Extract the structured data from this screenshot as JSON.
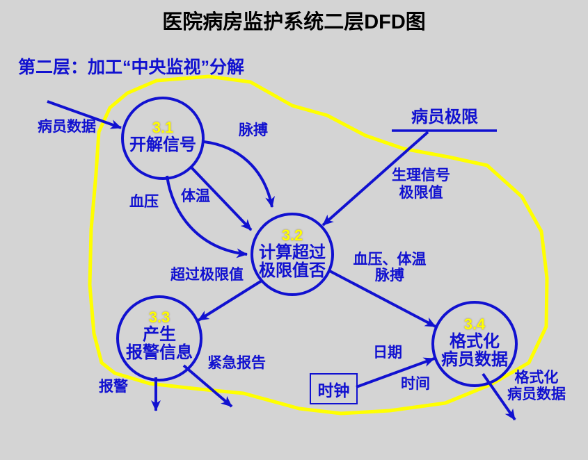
{
  "title": "医院病房监护系统二层DFD图",
  "subtitle": "第二层：加工“中央监视”分解",
  "colors": {
    "blue": "#1111d0",
    "yellow": "#ffff00",
    "background": "#d4d4d4",
    "title_text": "#000000"
  },
  "processes": [
    {
      "id": "3.1",
      "name": "开解信号"
    },
    {
      "id": "3.2",
      "name": "计算超过\n极限值否"
    },
    {
      "id": "3.3",
      "name": "产生\n报警信息"
    },
    {
      "id": "3.4",
      "name": "格式化\n病员数据"
    }
  ],
  "external_entities": {
    "clock": "时钟"
  },
  "data_stores": {
    "patient_limits": "病员极限"
  },
  "flow_labels": {
    "patient_data": "病员数据",
    "pulse": "脉搏",
    "temperature": "体温",
    "blood_pressure": "血压",
    "physio_limit": "生理信号\n极限值",
    "exceed_limit": "超过极限值",
    "bp_temp_pulse": "血压、体温\n脉搏",
    "alarm": "报警",
    "urgent_report": "紧急报告",
    "date": "日期",
    "time": "时间",
    "formatted_patient_data": "格式化\n病员数据"
  }
}
